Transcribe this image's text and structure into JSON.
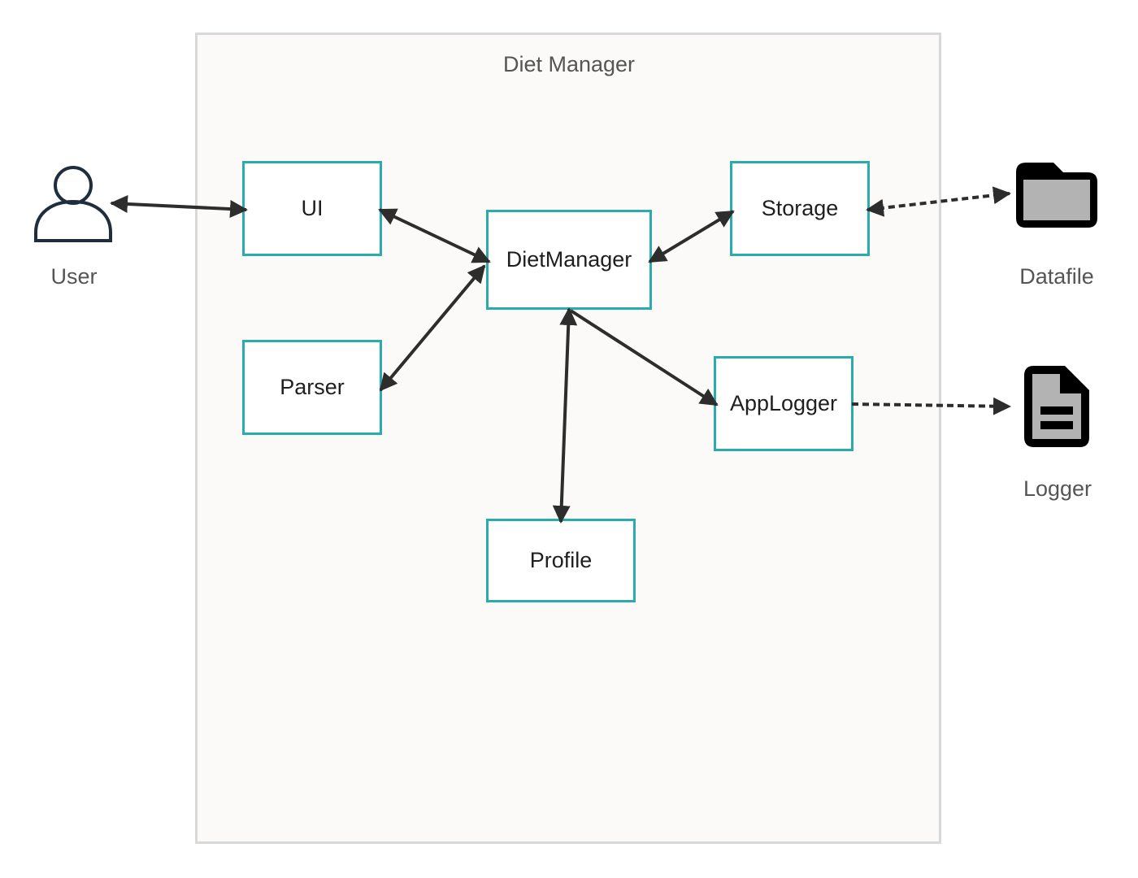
{
  "diagram": {
    "title": "Diet Manager",
    "components": {
      "ui": "UI",
      "parser": "Parser",
      "dietmanager": "DietManager",
      "storage": "Storage",
      "applogger": "AppLogger",
      "profile": "Profile"
    },
    "externals": {
      "user": "User",
      "datafile": "Datafile",
      "logger": "Logger"
    },
    "connections": [
      {
        "from": "User",
        "to": "UI",
        "style": "solid",
        "direction": "both"
      },
      {
        "from": "UI",
        "to": "DietManager",
        "style": "solid",
        "direction": "both"
      },
      {
        "from": "DietManager",
        "to": "Parser",
        "style": "solid",
        "direction": "both"
      },
      {
        "from": "DietManager",
        "to": "Storage",
        "style": "solid",
        "direction": "both"
      },
      {
        "from": "DietManager",
        "to": "AppLogger",
        "style": "solid",
        "direction": "forward"
      },
      {
        "from": "DietManager",
        "to": "Profile",
        "style": "solid",
        "direction": "both"
      },
      {
        "from": "Storage",
        "to": "Datafile",
        "style": "dashed",
        "direction": "both"
      },
      {
        "from": "AppLogger",
        "to": "Logger",
        "style": "dashed",
        "direction": "forward"
      }
    ],
    "colors": {
      "component_border": "#2aacae",
      "boundary_border": "#d9d9d9",
      "boundary_fill": "#fbfaf9",
      "arrow": "#2d2d2d",
      "icon_fill": "#b3b3b3"
    },
    "icons": {
      "user": "person-outline-icon",
      "datafile": "folder-icon",
      "logger": "document-icon"
    }
  }
}
